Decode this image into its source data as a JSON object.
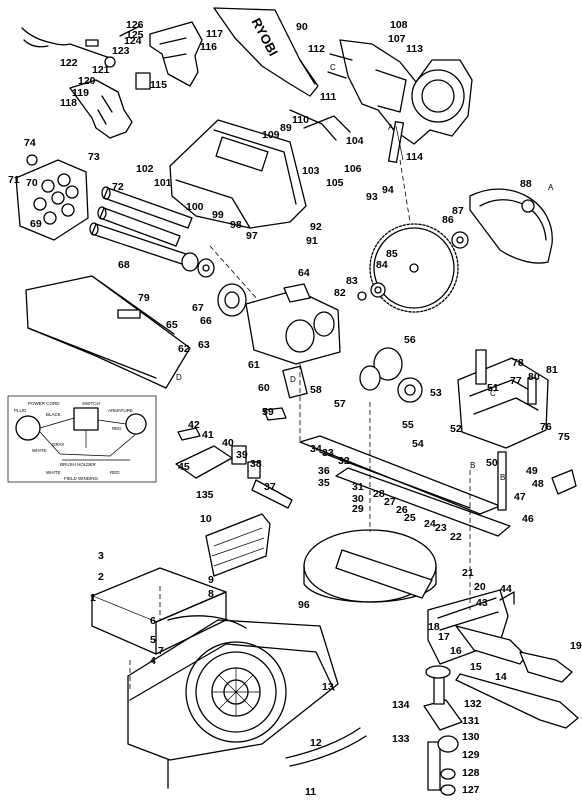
{
  "brand": "RYOBI",
  "guard_label": "RYOBI",
  "wiring": {
    "power_cord": "POWER CORD",
    "switch": "SWITCH",
    "plug": "PLUG",
    "armature": "ARMATURE",
    "black": "BLACK",
    "gray": "GRAY",
    "red": "RED",
    "white": "WHITE",
    "white2": "WHITE",
    "red2": "RED",
    "field_winding": "FIELD WINDING",
    "brush_holder": "BRUSH HOLDER"
  },
  "section_letters": [
    "A",
    "A",
    "B",
    "B",
    "C",
    "C",
    "D",
    "D"
  ],
  "part_numbers": [
    "1",
    "2",
    "3",
    "4",
    "5",
    "6",
    "7",
    "8",
    "9",
    "10",
    "11",
    "12",
    "13",
    "14",
    "15",
    "16",
    "17",
    "18",
    "19",
    "20",
    "21",
    "22",
    "23",
    "24",
    "25",
    "26",
    "27",
    "28",
    "29",
    "30",
    "31",
    "32",
    "33",
    "34",
    "35",
    "36",
    "37",
    "38",
    "39",
    "40",
    "41",
    "42",
    "43",
    "44",
    "45",
    "46",
    "47",
    "48",
    "49",
    "50",
    "51",
    "52",
    "53",
    "54",
    "55",
    "56",
    "57",
    "58",
    "59",
    "60",
    "61",
    "62",
    "63",
    "64",
    "65",
    "66",
    "67",
    "68",
    "69",
    "70",
    "71",
    "72",
    "73",
    "74",
    "75",
    "76",
    "77",
    "78",
    "79",
    "80",
    "81",
    "82",
    "83",
    "84",
    "85",
    "86",
    "87",
    "88",
    "89",
    "90",
    "91",
    "92",
    "93",
    "94",
    "96",
    "97",
    "98",
    "99",
    "100",
    "101",
    "102",
    "103",
    "104",
    "105",
    "106",
    "107",
    "108",
    "109",
    "110",
    "111",
    "112",
    "113",
    "114",
    "115",
    "116",
    "117",
    "118",
    "119",
    "120",
    "121",
    "122",
    "123",
    "124",
    "125",
    "126",
    "127",
    "128",
    "129",
    "130",
    "131",
    "132",
    "133",
    "134",
    "135"
  ]
}
